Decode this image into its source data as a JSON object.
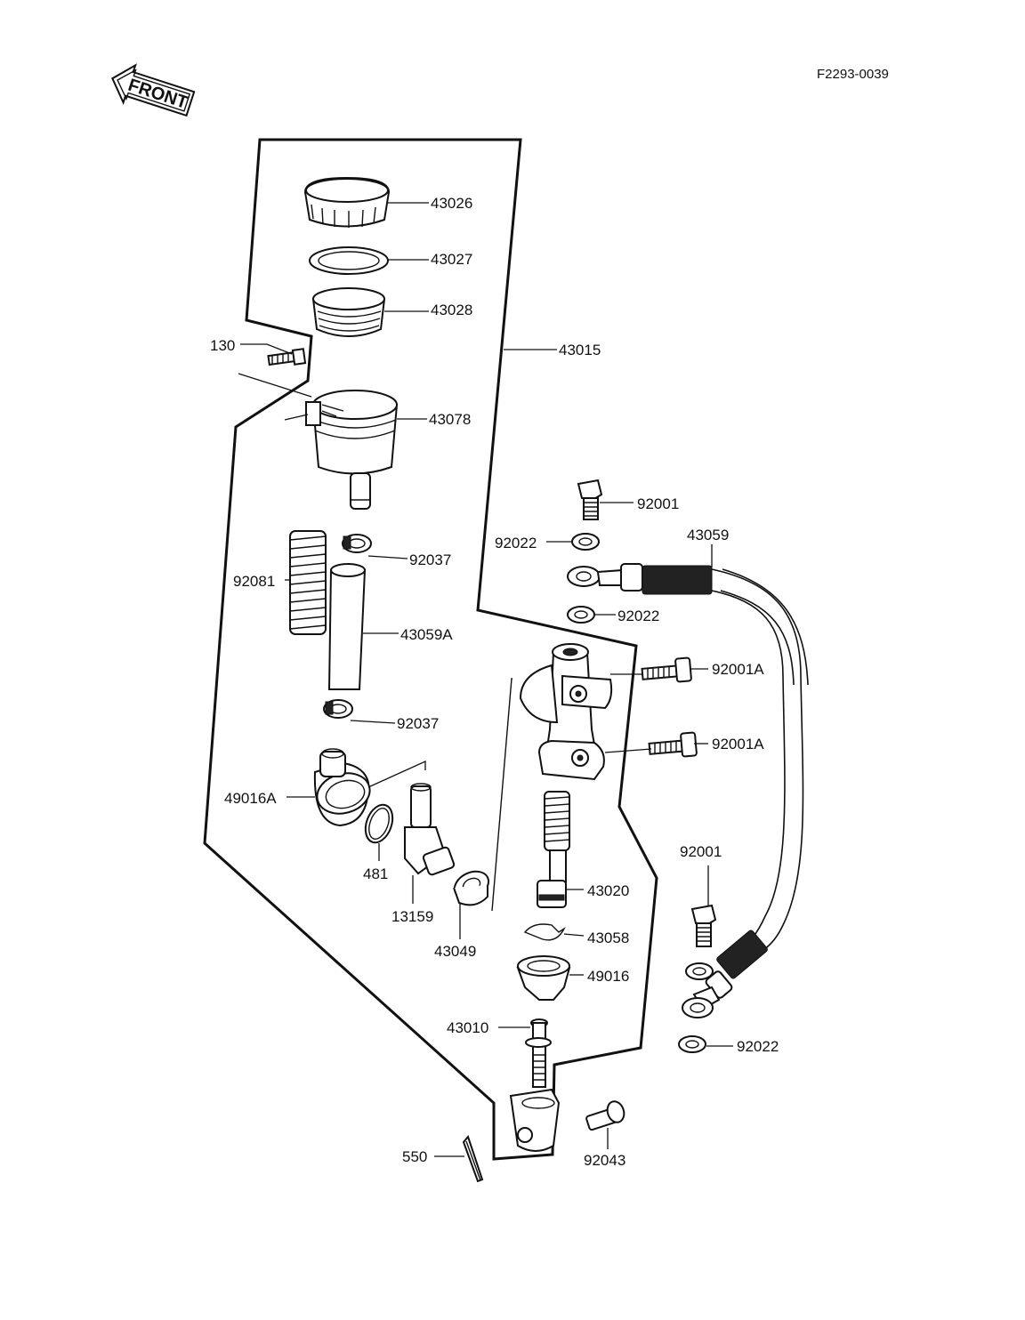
{
  "diagram_code": "F2293-0039",
  "front_arrow_text": "FRONT",
  "labels": {
    "p43026": "43026",
    "p43027": "43027",
    "p43028": "43028",
    "p43015": "43015",
    "p130": "130",
    "p43078": "43078",
    "p92001_top": "92001",
    "p92022_a": "92022",
    "p43059": "43059",
    "p92022_b": "92022",
    "p92037_a": "92037",
    "p92081": "92081",
    "p43059A": "43059A",
    "p92001A_a": "92001A",
    "p92001A_b": "92001A",
    "p92037_b": "92037",
    "p49016A": "49016A",
    "p481": "481",
    "p13159": "13159",
    "p43049": "43049",
    "p43020": "43020",
    "p92001_right": "92001",
    "p43058": "43058",
    "p49016": "49016",
    "p43010": "43010",
    "p92022_c": "92022",
    "p550": "550",
    "p92043": "92043"
  }
}
